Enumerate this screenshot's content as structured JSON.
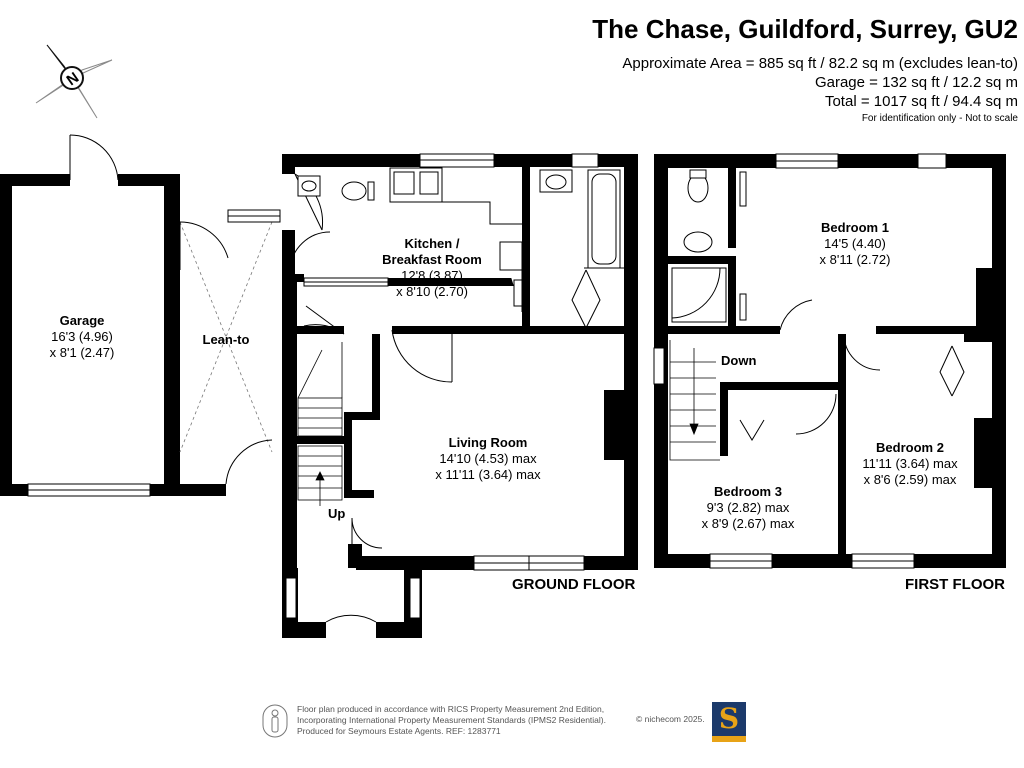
{
  "header": {
    "title": "The Chase, Guildford, Surrey, GU2",
    "area_line": "Approximate Area = 885 sq ft / 82.2 sq m (excludes lean-to)",
    "garage_line": "Garage = 132 sq ft / 12.2 sq m",
    "total_line": "Total = 1017 sq ft / 94.4 sq m",
    "disclaimer": "For identification only - Not to scale"
  },
  "compass": {
    "label": "N"
  },
  "rooms": {
    "garage": {
      "name": "Garage",
      "dim1": "16'3 (4.96)",
      "dim2": "x 8'1 (2.47)"
    },
    "lean_to": {
      "name": "Lean-to"
    },
    "kitchen": {
      "name1": "Kitchen /",
      "name2": "Breakfast Room",
      "dim1": "12'8 (3.87)",
      "dim2": "x 8'10 (2.70)"
    },
    "living": {
      "name": "Living Room",
      "dim1": "14'10 (4.53) max",
      "dim2": "x 11'11 (3.64) max"
    },
    "bedroom1": {
      "name": "Bedroom 1",
      "dim1": "14'5 (4.40)",
      "dim2": "x 8'11 (2.72)"
    },
    "bedroom2": {
      "name": "Bedroom 2",
      "dim1": "11'11 (3.64) max",
      "dim2": "x 8'6 (2.59) max"
    },
    "bedroom3": {
      "name": "Bedroom 3",
      "dim1": "9'3 (2.82) max",
      "dim2": "x 8'9 (2.67) max"
    }
  },
  "stairs": {
    "up": "Up",
    "down": "Down"
  },
  "floors": {
    "ground": "GROUND FLOOR",
    "first": "FIRST FLOOR"
  },
  "footer": {
    "line1": "Floor plan produced in accordance with RICS Property Measurement 2nd Edition,",
    "line2": "Incorporating International Property Measurement Standards (IPMS2 Residential).",
    "line3": "Produced for Seymours Estate Agents.   REF: 1283771",
    "copyright": "© nichecom 2025.",
    "logo_letter": "S"
  },
  "colors": {
    "wall": "#000000",
    "logo_bg": "#1c3a6b",
    "logo_accent": "#e8a317"
  }
}
